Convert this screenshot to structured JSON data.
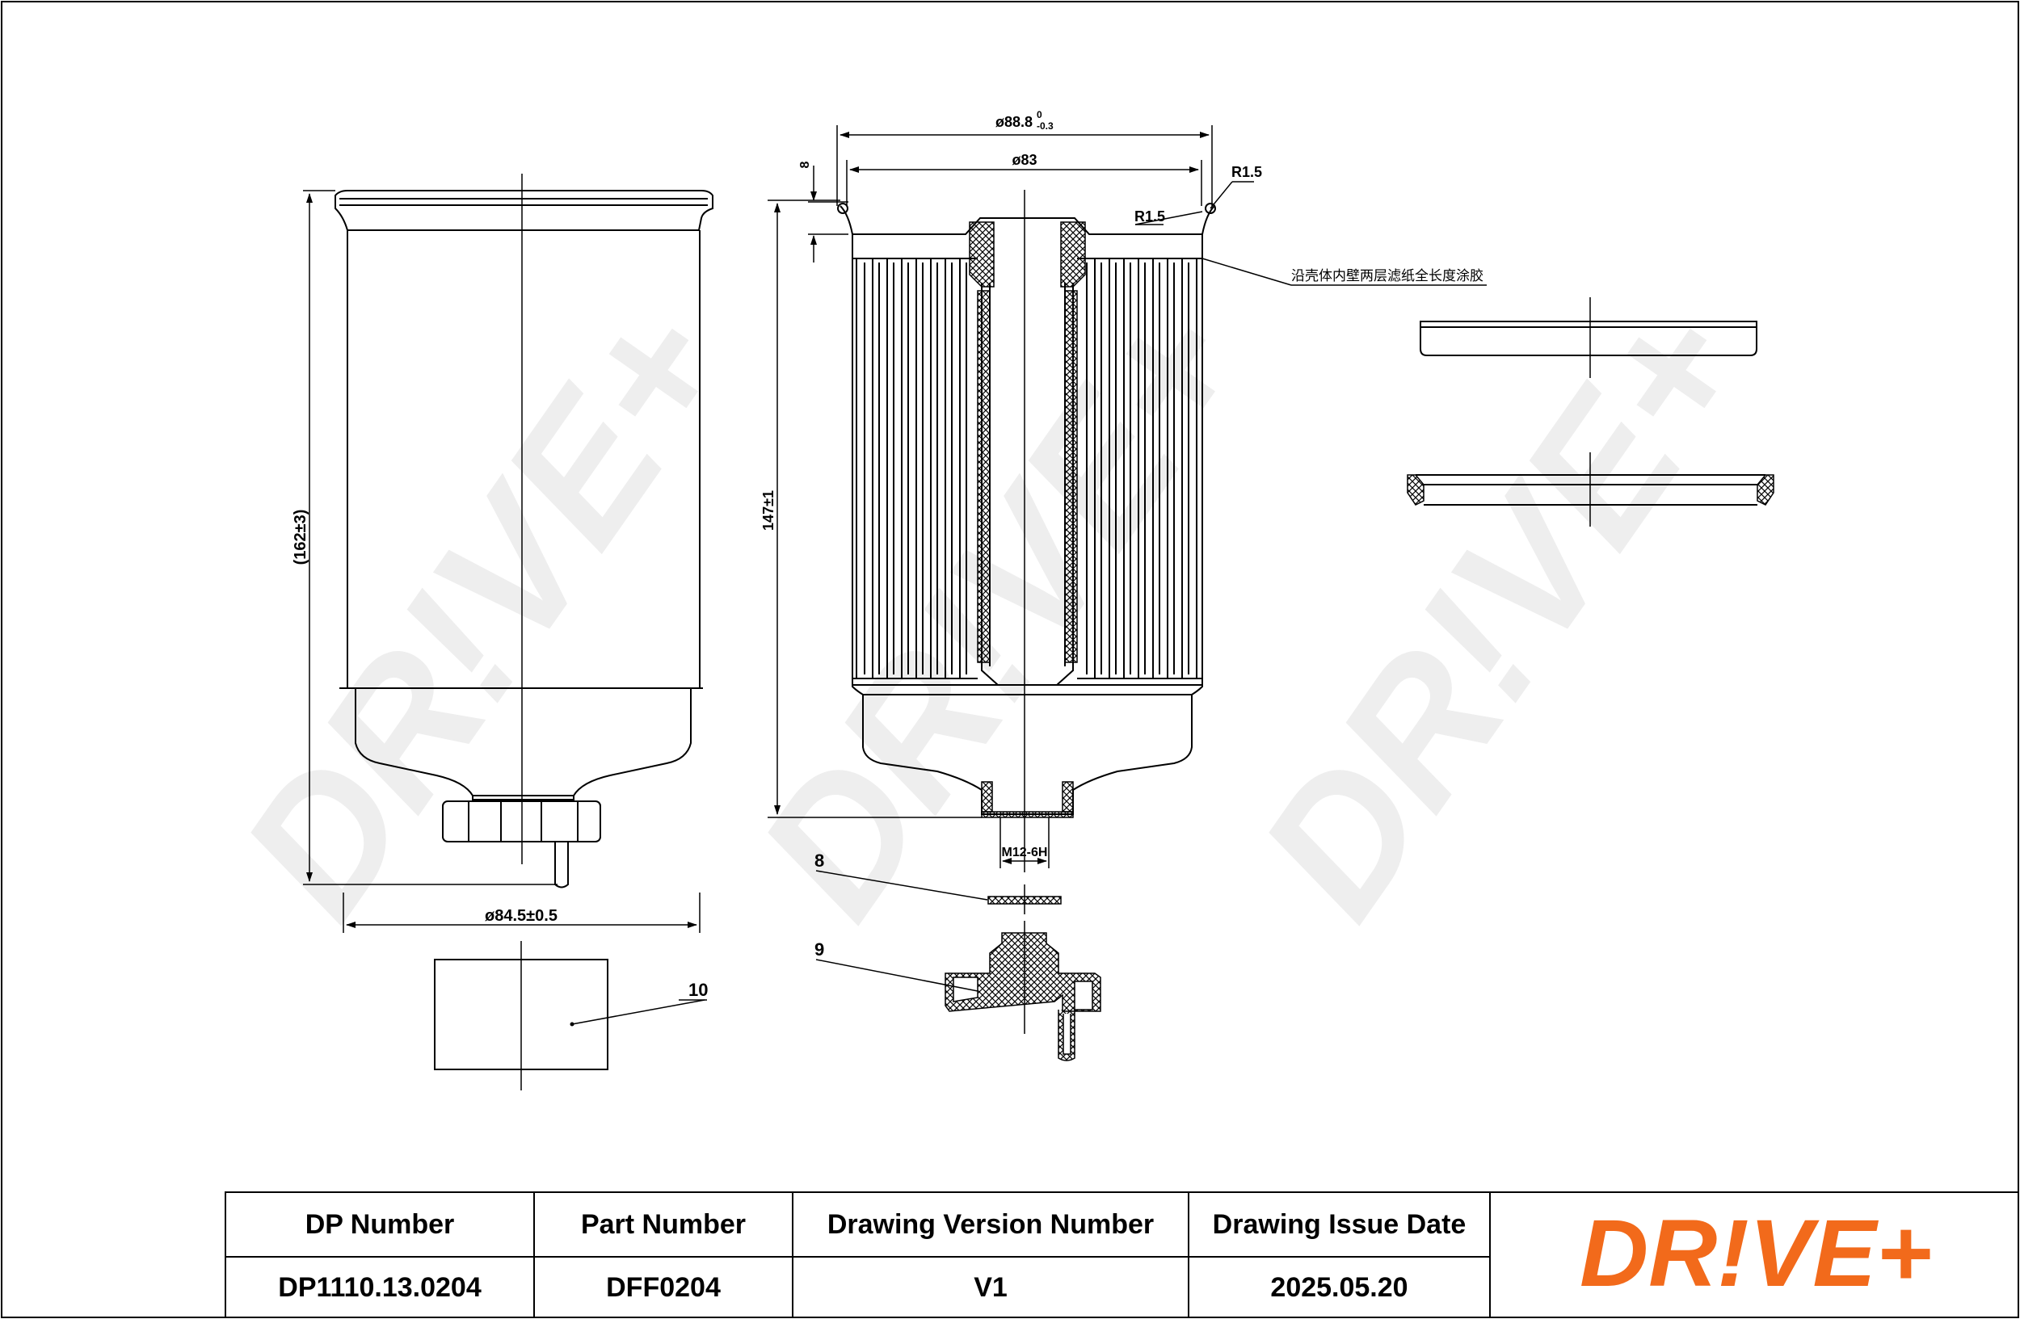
{
  "drawing": {
    "dim_outer_diameter_top": "ø88.8",
    "dim_outer_diameter_top_tol_upper": "0",
    "dim_outer_diameter_top_tol_lower": "-0.3",
    "dim_inner_diameter": "ø83",
    "dim_flange_height": "8",
    "dim_radius_right": "R1.5",
    "dim_radius_left": "R1.5",
    "dim_height_element": "147±1",
    "dim_height_total": "(162±3)",
    "dim_body_diameter": "ø84.5±0.5",
    "dim_thread": "M12-6H",
    "note_coating": "沿壳体内壁两层滤纸全长度涂胶",
    "callout_8": "8",
    "callout_9": "9",
    "callout_10": "10"
  },
  "title_block": {
    "dp_number_label": "DP Number",
    "part_number_label": "Part Number",
    "version_label": "Drawing Version Number",
    "issue_date_label": "Drawing Issue Date",
    "dp_number": "DP1110.13.0204",
    "part_number": "DFF0204",
    "version": "V1",
    "issue_date": "2025.05.20"
  },
  "brand": {
    "logo_text": "DR!VE+",
    "logo_color": "#f26a1b",
    "watermark_color": "#eeeeee"
  }
}
